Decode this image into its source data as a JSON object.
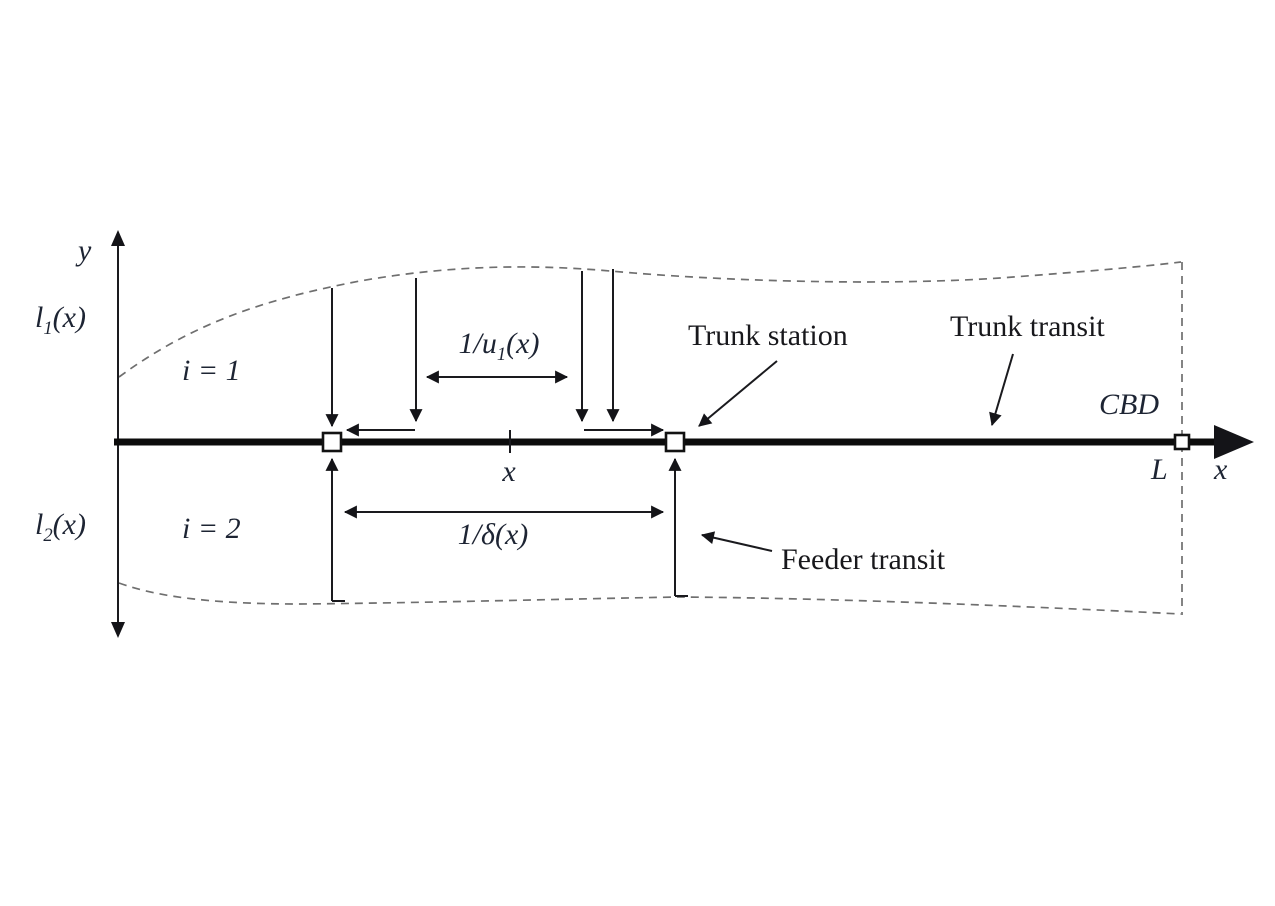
{
  "figure": {
    "axis": {
      "y_axis_label": "y",
      "x_axis_label": "x",
      "x_tick_label": "x",
      "terminal_label": "L"
    },
    "regions": {
      "upper_region_label": "i = 1",
      "lower_region_label": "i = 2"
    },
    "boundaries": {
      "upper": {
        "symbol": "l",
        "sub": "1",
        "arg": "(x)"
      },
      "lower": {
        "symbol": "l",
        "sub": "2",
        "arg": "(x)"
      }
    },
    "measures": {
      "stop_spacing": {
        "prefix": "1/",
        "symbol": "u",
        "sub": "1",
        "arg": "(x)"
      },
      "station_spacing": "1/δ(x)"
    },
    "callouts": {
      "trunk_station": "Trunk station",
      "trunk_transit": "Trunk transit",
      "feeder_transit": "Feeder transit",
      "cbd": "CBD"
    },
    "colors": {
      "ink": "#18181c",
      "math_ink": "#1d2433",
      "dash": "#6f6f6f"
    }
  }
}
